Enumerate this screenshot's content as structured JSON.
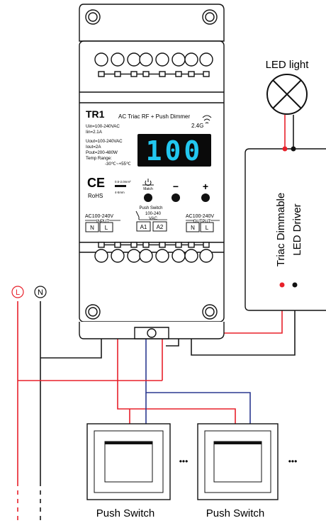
{
  "device": {
    "model": "TR1",
    "type": "AC Triac RF + Push Dimmer",
    "rf_band": "2.4G",
    "spec_input": [
      "Uin=100-240VAC",
      "Iin=2.1A"
    ],
    "spec_output": [
      "Uout=100-240VAC",
      "Iout=2A",
      "Pout=200-480W",
      "Temp Range:",
      "-30℃~+55℃"
    ],
    "display_value": "100",
    "ce_mark": "CE",
    "rohs": "RoHS",
    "wire_spec": [
      "0.5-2.0mm²",
      "4-5mm"
    ],
    "match_label": "Match",
    "minus_label": "−",
    "plus_label": "+",
    "input_block": {
      "voltage": "AC100-240V",
      "name": "INPUT",
      "terminals": [
        "N",
        "L"
      ]
    },
    "push_block": {
      "name": "Push Switch",
      "voltage": [
        "100-240",
        "VAC"
      ],
      "terminals": [
        "A1",
        "A2"
      ]
    },
    "output_block": {
      "voltage": "AC100-240V",
      "name": "OUTPUT",
      "terminals": [
        "N",
        "L"
      ]
    }
  },
  "led": {
    "label": "LED light"
  },
  "driver": {
    "label": [
      "Triac Dimmable",
      "LED Driver"
    ]
  },
  "mains": {
    "l_label": "L",
    "n_label": "N"
  },
  "switches": {
    "label": "Push Switch",
    "ellipsis": "•••"
  },
  "colors": {
    "live": "#e8202a",
    "neutral": "#1a1a1a",
    "push": "#2b3990",
    "device_outline": "#111111"
  }
}
